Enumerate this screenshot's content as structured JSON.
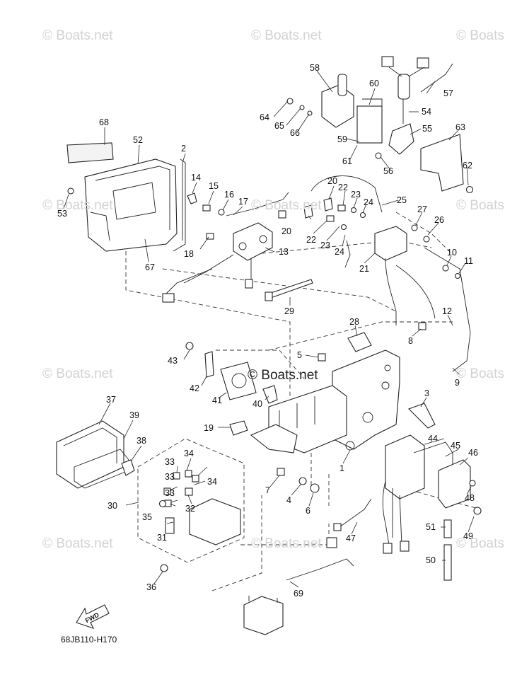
{
  "watermark": "© Boats.net",
  "center_watermark": "© Boats.net",
  "diagram_code": "68JB110-H170",
  "fwd_label": "FWD",
  "part_numbers": [
    "1",
    "2",
    "3",
    "4",
    "5",
    "6",
    "7",
    "8",
    "9",
    "10",
    "11",
    "12",
    "13",
    "14",
    "15",
    "16",
    "17",
    "18",
    "19",
    "20",
    "20",
    "20",
    "21",
    "22",
    "22",
    "23",
    "23",
    "24",
    "24",
    "25",
    "26",
    "27",
    "28",
    "29",
    "30",
    "31",
    "32",
    "33",
    "33",
    "33",
    "34",
    "34",
    "35",
    "36",
    "37",
    "38",
    "39",
    "40",
    "41",
    "42",
    "43",
    "44",
    "45",
    "46",
    "47",
    "48",
    "49",
    "50",
    "51",
    "52",
    "53",
    "54",
    "55",
    "56",
    "57",
    "58",
    "59",
    "60",
    "61",
    "62",
    "63",
    "64",
    "65",
    "66",
    "67",
    "68",
    "69"
  ]
}
